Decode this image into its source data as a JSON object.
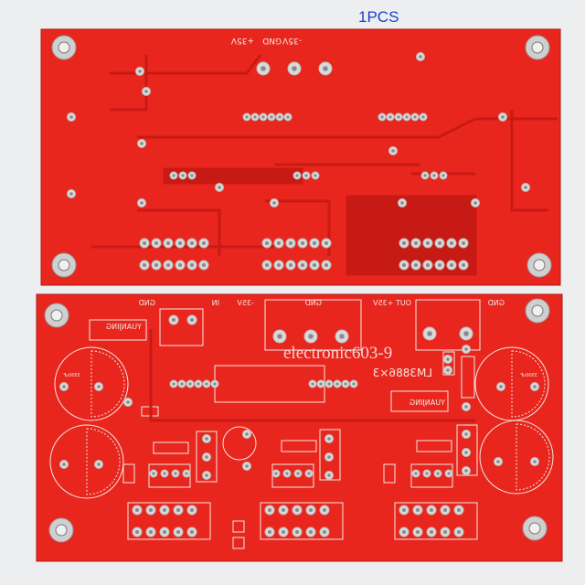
{
  "title": "1PCS",
  "watermark": "electronic603-9",
  "colors": {
    "board": "#e8261e",
    "trace": "#c81a14",
    "silkscreen": "#f4e8e0",
    "title": "#1a3fd0",
    "background": "#eceef0"
  },
  "top_board": {
    "labels": {
      "pos_rail": "+35V",
      "gnd": "GND",
      "neg_rail": "-35V"
    }
  },
  "bottom_board": {
    "labels": {
      "gnd_left": "GND",
      "in": "IN",
      "neg_rail": "-35V",
      "gnd_mid": "GND",
      "out_pos": "OUT +35V",
      "gnd_right": "GND",
      "brand_left": "YUANJING",
      "brand_right": "YUANJING",
      "chip": "LM3886×3",
      "cap_left": "3300uF",
      "cap_right": "3300uF"
    }
  }
}
